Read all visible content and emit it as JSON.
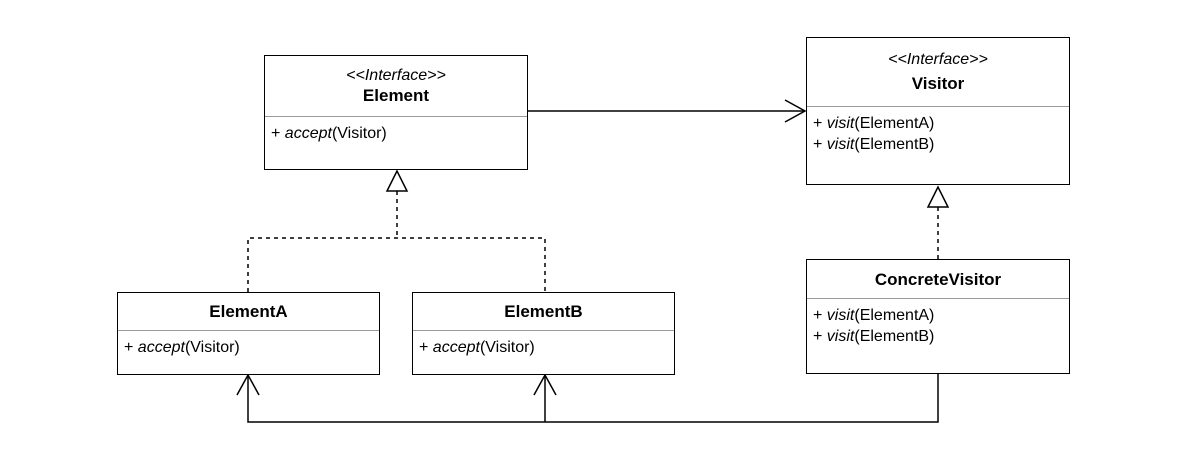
{
  "classes": {
    "element": {
      "stereotype": "<<Interface>>",
      "name": "Element",
      "methods": [
        {
          "visibility": "+",
          "name": "accept",
          "params": "(Visitor)"
        }
      ]
    },
    "visitor": {
      "stereotype": "<<Interface>>",
      "name": "Visitor",
      "methods": [
        {
          "visibility": "+",
          "name": "visit",
          "params": "(ElementA)"
        },
        {
          "visibility": "+",
          "name": "visit",
          "params": "(ElementB)"
        }
      ]
    },
    "element_a": {
      "name": "ElementA",
      "methods": [
        {
          "visibility": "+",
          "name": "accept",
          "params": "(Visitor)"
        }
      ]
    },
    "element_b": {
      "name": "ElementB",
      "methods": [
        {
          "visibility": "+",
          "name": "accept",
          "params": "(Visitor)"
        }
      ]
    },
    "concrete_visitor": {
      "name": "ConcreteVisitor",
      "methods": [
        {
          "visibility": "+",
          "name": "visit",
          "params": "(ElementA)"
        },
        {
          "visibility": "+",
          "name": "visit",
          "params": "(ElementB)"
        }
      ]
    }
  },
  "relations": [
    {
      "from": "Element",
      "to": "Visitor",
      "type": "association"
    },
    {
      "from": "ElementA",
      "to": "Element",
      "type": "realization"
    },
    {
      "from": "ElementB",
      "to": "Element",
      "type": "realization"
    },
    {
      "from": "ConcreteVisitor",
      "to": "Visitor",
      "type": "realization"
    },
    {
      "from": "ConcreteVisitor",
      "to": "ElementA",
      "type": "association"
    },
    {
      "from": "ConcreteVisitor",
      "to": "ElementB",
      "type": "association"
    }
  ]
}
